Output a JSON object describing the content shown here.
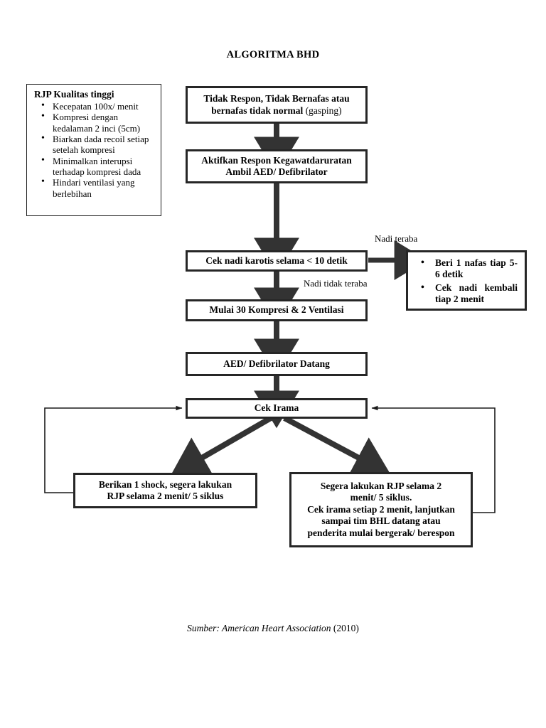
{
  "document": {
    "title": "ALGORITMA BHD",
    "source_note": {
      "italic_part": "Sumber: American Heart Association",
      "year_part": " (2010)"
    }
  },
  "info_box": {
    "name": "rjp-quality-box",
    "heading": "RJP Kualitas tinggi",
    "bullets": [
      "Kecepatan 100x/ menit",
      "Kompresi dengan kedalaman 2 inci (5cm)",
      "Biarkan dada recoil setiap setelah kompresi",
      "Minimalkan interupsi terhadap kompresi dada",
      "Hindari ventilasi yang berlebihan"
    ]
  },
  "nodes": {
    "unresponsive": {
      "line1": "Tidak Respon, Tidak Bernafas atau",
      "line2_bold": "bernafas tidak normal",
      "line2_regular": " (gasping)"
    },
    "activate_response": {
      "line1": "Aktifkan Respon Kegawatdaruratan",
      "line2": "Ambil AED/ Defibrilator"
    },
    "check_pulse": {
      "line1": "Cek nadi karotis selama < 10 detik"
    },
    "start_cpr": {
      "line1": "Mulai 30 Kompresi & 2 Ventilasi"
    },
    "aed_arrives": {
      "line1": "AED/ Defibrilator Datang"
    },
    "check_rhythm": {
      "line1": "Cek Irama"
    },
    "pulse_present": {
      "bullets": [
        "Beri 1 nafas tiap 5-6 detik",
        "Cek nadi kembali tiap 2 menit"
      ]
    },
    "shock_branch": {
      "line1": "Berikan 1 shock, segera lakukan",
      "line2": "RJP selama 2 menit/ 5 siklus"
    },
    "no_shock_branch": {
      "line1": "Segera lakukan RJP selama 2",
      "line2": "menit/ 5 siklus.",
      "line3": "Cek irama setiap 2 menit, lanjutkan",
      "line4": "sampai tim BHL datang atau",
      "line5": "penderita mulai bergerak/ berespon"
    }
  },
  "edge_labels": {
    "pulse_present": "Nadi teraba",
    "pulse_absent": "Nadi tidak teraba"
  },
  "colors": {
    "stroke": "#262626",
    "thin_stroke": "#1a1a1a",
    "background": "#ffffff",
    "text": "#000000"
  }
}
